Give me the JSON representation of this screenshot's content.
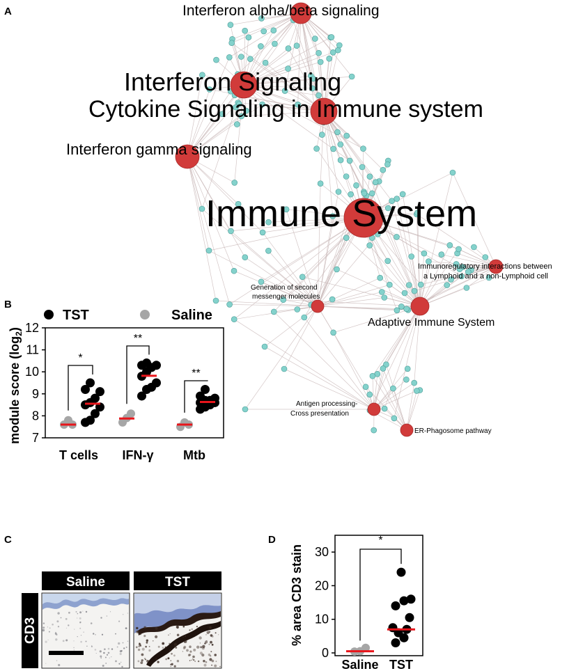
{
  "panel_labels": {
    "a": "A",
    "b": "B",
    "c": "C",
    "d": "D"
  },
  "colors": {
    "node_pathway": "#d13b3a",
    "node_gene": "#84d2cc",
    "edge": "#c9b8b8",
    "tst": "#000000",
    "saline": "#a6a6a6",
    "median": "#e8151b"
  },
  "network": {
    "pathways": [
      {
        "label": "Interferon alpha/beta signaling",
        "size": "large"
      },
      {
        "label": "Interferon Signaling",
        "size": "xlarge"
      },
      {
        "label": "Cytokine Signaling in Immune system",
        "size": "xlarge"
      },
      {
        "label": "Interferon gamma signaling",
        "size": "large"
      },
      {
        "label": "Immune System",
        "size": "xxlarge"
      },
      {
        "label": "Immunoregulatory interactions between",
        "label2": "a Lymphoid and a non-Lymphoid cell",
        "size": "small"
      },
      {
        "label": "Generation of second",
        "label2": "messenger molecules",
        "size": "small"
      },
      {
        "label": "Adaptive Immune System",
        "size": "medium"
      },
      {
        "label": "Antigen processing-",
        "label2": "Cross presentation",
        "size": "small"
      },
      {
        "label": "ER-Phagosome pathway",
        "size": "small"
      }
    ]
  },
  "panel_b": {
    "legend": [
      {
        "label": "TST",
        "color": "#000000"
      },
      {
        "label": "Saline",
        "color": "#a6a6a6"
      }
    ]
  },
  "panel_c": {
    "headers": [
      "Saline",
      "TST"
    ],
    "row_label": "CD3"
  },
  "chart_data": [
    {
      "panel": "B",
      "type": "scatter",
      "ylabel": "module score (log2)",
      "ylabel_main": "module score (log",
      "ylabel_sub": "2",
      "ylabel_end": ")",
      "ylim": [
        7,
        12
      ],
      "yticks": [
        7,
        8,
        9,
        10,
        11,
        12
      ],
      "categories": [
        "T cells",
        "IFN-γ",
        "Mtb"
      ],
      "significance": [
        "*",
        "**",
        "**"
      ],
      "series": [
        {
          "name": "Saline",
          "color": "#a6a6a6",
          "values": [
            [
              7.6,
              7.8,
              7.6
            ],
            [
              7.7,
              7.9,
              8.1
            ],
            [
              7.5,
              7.7,
              7.6
            ]
          ],
          "medians": [
            7.6,
            7.88,
            7.6
          ]
        },
        {
          "name": "TST",
          "color": "#000000",
          "values": [
            [
              7.7,
              7.8,
              8.1,
              8.4,
              8.5,
              8.6,
              8.8,
              9.1,
              9.2,
              9.5
            ],
            [
              8.9,
              9.2,
              9.3,
              9.5,
              9.8,
              10.0,
              10.2,
              10.3,
              10.3,
              10.4
            ],
            [
              8.3,
              8.4,
              8.5,
              8.6,
              8.6,
              8.7,
              8.7,
              8.8,
              8.9,
              9.2
            ]
          ],
          "medians": [
            8.55,
            9.82,
            8.63
          ]
        }
      ]
    },
    {
      "panel": "D",
      "type": "scatter",
      "ylabel": "% area CD3 stain",
      "ylim": [
        0,
        35
      ],
      "yticks": [
        0,
        10,
        20,
        30
      ],
      "categories": [
        "Saline",
        "TST"
      ],
      "significance": [
        "*"
      ],
      "series": [
        {
          "name": "Saline",
          "color": "#a6a6a6",
          "values": [
            0.4,
            0.5,
            1.5
          ],
          "median": 0.5
        },
        {
          "name": "TST",
          "color": "#000000",
          "values": [
            3.0,
            4.5,
            6.0,
            7.0,
            7.5,
            10.5,
            14.0,
            15.5,
            16.0,
            24.0
          ],
          "median": 7.0
        }
      ]
    }
  ]
}
